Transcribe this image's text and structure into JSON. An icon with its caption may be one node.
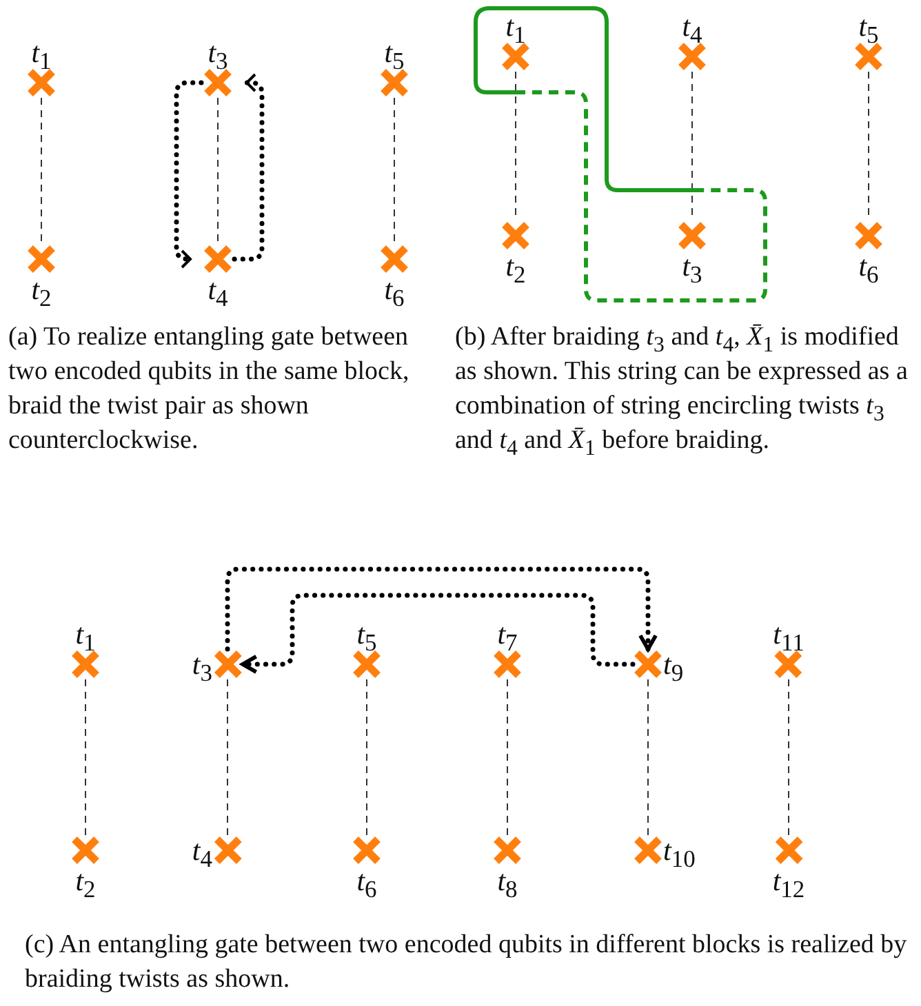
{
  "diagram": {
    "nodes": [
      {
        "text": [
          "*t*$_{1}$"
        ]
      },
      {
        "text": [
          "*t*$_{2}$"
        ]
      },
      {
        "text": [
          "*t*$_{3}$"
        ]
      },
      {
        "text": [
          "*t*$_{4}$"
        ]
      },
      {
        "text": [
          "*t*$_{5}$"
        ]
      },
      {
        "text": [
          "*t*$_{6}$"
        ]
      },
      {
        "text": [
          "*t*$_{1}$"
        ]
      },
      {
        "text": [
          "*t*$_{2}$"
        ]
      },
      {
        "text": [
          "*t*$_{4}$"
        ]
      },
      {
        "text": [
          "*t*$_{3}$"
        ]
      },
      {
        "text": [
          "*t*$_{5}$"
        ]
      },
      {
        "text": [
          "*t*$_{6}$"
        ]
      },
      {
        "text": [
          "*t*$_{1}$"
        ]
      },
      {
        "text": [
          "*t*$_{2}$"
        ]
      },
      {
        "text": [
          "*t*$_{3}$"
        ]
      },
      {
        "text": [
          "*t*$_{4}$"
        ]
      },
      {
        "text": [
          "*t*$_{5}$"
        ]
      },
      {
        "text": [
          "*t*$_{6}$"
        ]
      },
      {
        "text": [
          "*t*$_{7}$"
        ]
      },
      {
        "text": [
          "*t*$_{8}$"
        ]
      },
      {
        "text": [
          "*t*$_{9}$"
        ]
      },
      {
        "text": [
          "*t*$_{10}$"
        ]
      },
      {
        "text": [
          "*t*$_{11}$"
        ]
      },
      {
        "text": [
          "*t*$_{12}$"
        ]
      }
    ],
    "edges": [
      {
        "from": 0,
        "to": 1,
        "arrow": "none",
        "style": "dashed"
      },
      {
        "from": 2,
        "to": 3,
        "arrow": "none",
        "style": "dashed"
      },
      {
        "from": 4,
        "to": 5,
        "arrow": "none",
        "style": "dashed"
      },
      {
        "from": 6,
        "to": 7,
        "arrow": "none",
        "style": "dashed"
      },
      {
        "from": 8,
        "to": 9,
        "arrow": "none",
        "style": "dashed"
      },
      {
        "from": 10,
        "to": 11,
        "arrow": "none",
        "style": "dashed"
      },
      {
        "from": 12,
        "to": 13,
        "arrow": "none",
        "style": "dashed"
      },
      {
        "from": 14,
        "to": 15,
        "arrow": "none",
        "style": "dashed"
      },
      {
        "from": 16,
        "to": 17,
        "arrow": "none",
        "style": "dashed"
      },
      {
        "from": 18,
        "to": 19,
        "arrow": "none",
        "style": "dashed"
      },
      {
        "from": 20,
        "to": 21,
        "arrow": "none",
        "style": "dashed"
      },
      {
        "from": 22,
        "to": 23,
        "arrow": "none",
        "style": "dashed"
      },
      {
        "from": 14,
        "to": 20,
        "arrow": "to",
        "style": "dashed"
      },
      {
        "from": 20,
        "to": 14,
        "arrow": "to",
        "style": "dashed"
      }
    ],
    "labels": [
      "(a) To realize entangling gate between two encoded qubits in the same block, braid the twist pair as shown counterclockwise.",
      "(b) After braiding *t*$_{3}$ and *t*$_{4}$, *X̄*$_{1}$ is modified as shown. This string can be expressed as a combination of string encircling twists *t*$_{3}$ and *t*$_{4}$ and *X̄*$_{1}$ before braiding.",
      "(c) An entangling gate between two encoded qubits in different blocks is realized by braiding twists as shown."
    ]
  }
}
